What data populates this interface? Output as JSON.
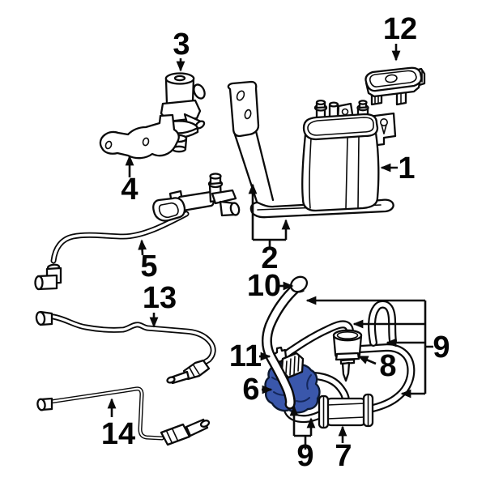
{
  "diagram": {
    "kind": "exploded-parts-diagram",
    "colors": {
      "background": "#ffffff",
      "line": "#0a0a0a",
      "highlight": "#3a57ab"
    },
    "highlighted_part": "6",
    "callouts": {
      "c1": "1",
      "c2": "2",
      "c3": "3",
      "c4": "4",
      "c5": "5",
      "c6": "6",
      "c7": "7",
      "c8": "8",
      "c9_right": "9",
      "c9_bottom": "9",
      "c10": "10",
      "c11": "11",
      "c12": "12",
      "c13": "13",
      "c14": "14"
    }
  }
}
